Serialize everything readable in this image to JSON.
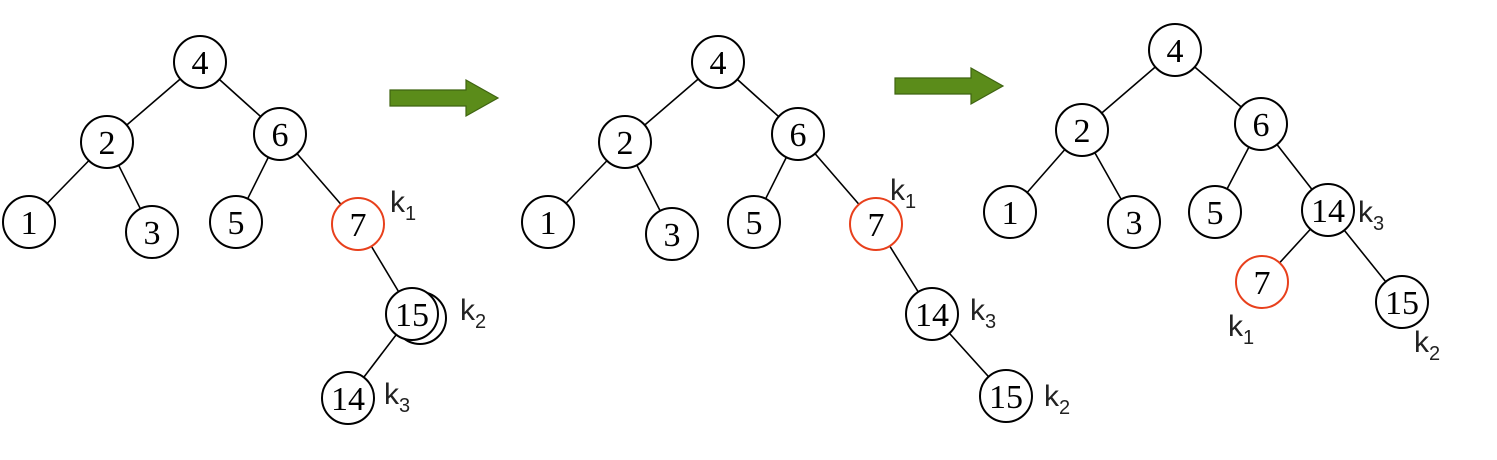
{
  "colors": {
    "highlight": "#e8401c",
    "arrow": "#5b8c1a"
  },
  "diagrams": [
    {
      "nodes": [
        "4",
        "2",
        "6",
        "1",
        "3",
        "5",
        "7",
        "15",
        "14"
      ],
      "highlighted": [
        "7"
      ],
      "labels": [
        {
          "letter": "k",
          "sub": "1",
          "node": "7"
        },
        {
          "letter": "k",
          "sub": "2",
          "node": "15"
        },
        {
          "letter": "k",
          "sub": "3",
          "node": "14"
        }
      ]
    },
    {
      "nodes": [
        "4",
        "2",
        "6",
        "1",
        "3",
        "5",
        "7",
        "14",
        "15"
      ],
      "highlighted": [
        "7"
      ],
      "labels": [
        {
          "letter": "k",
          "sub": "1",
          "node": "7"
        },
        {
          "letter": "k",
          "sub": "3",
          "node": "14"
        },
        {
          "letter": "k",
          "sub": "2",
          "node": "15"
        }
      ]
    },
    {
      "nodes": [
        "4",
        "2",
        "6",
        "1",
        "3",
        "5",
        "14",
        "7",
        "15"
      ],
      "highlighted": [
        "7"
      ],
      "labels": [
        {
          "letter": "k",
          "sub": "3",
          "node": "14"
        },
        {
          "letter": "k",
          "sub": "1",
          "node": "7"
        },
        {
          "letter": "k",
          "sub": "2",
          "node": "15"
        }
      ]
    }
  ],
  "arrows": [
    {
      "icon": "right-arrow-icon"
    },
    {
      "icon": "right-arrow-icon"
    }
  ]
}
